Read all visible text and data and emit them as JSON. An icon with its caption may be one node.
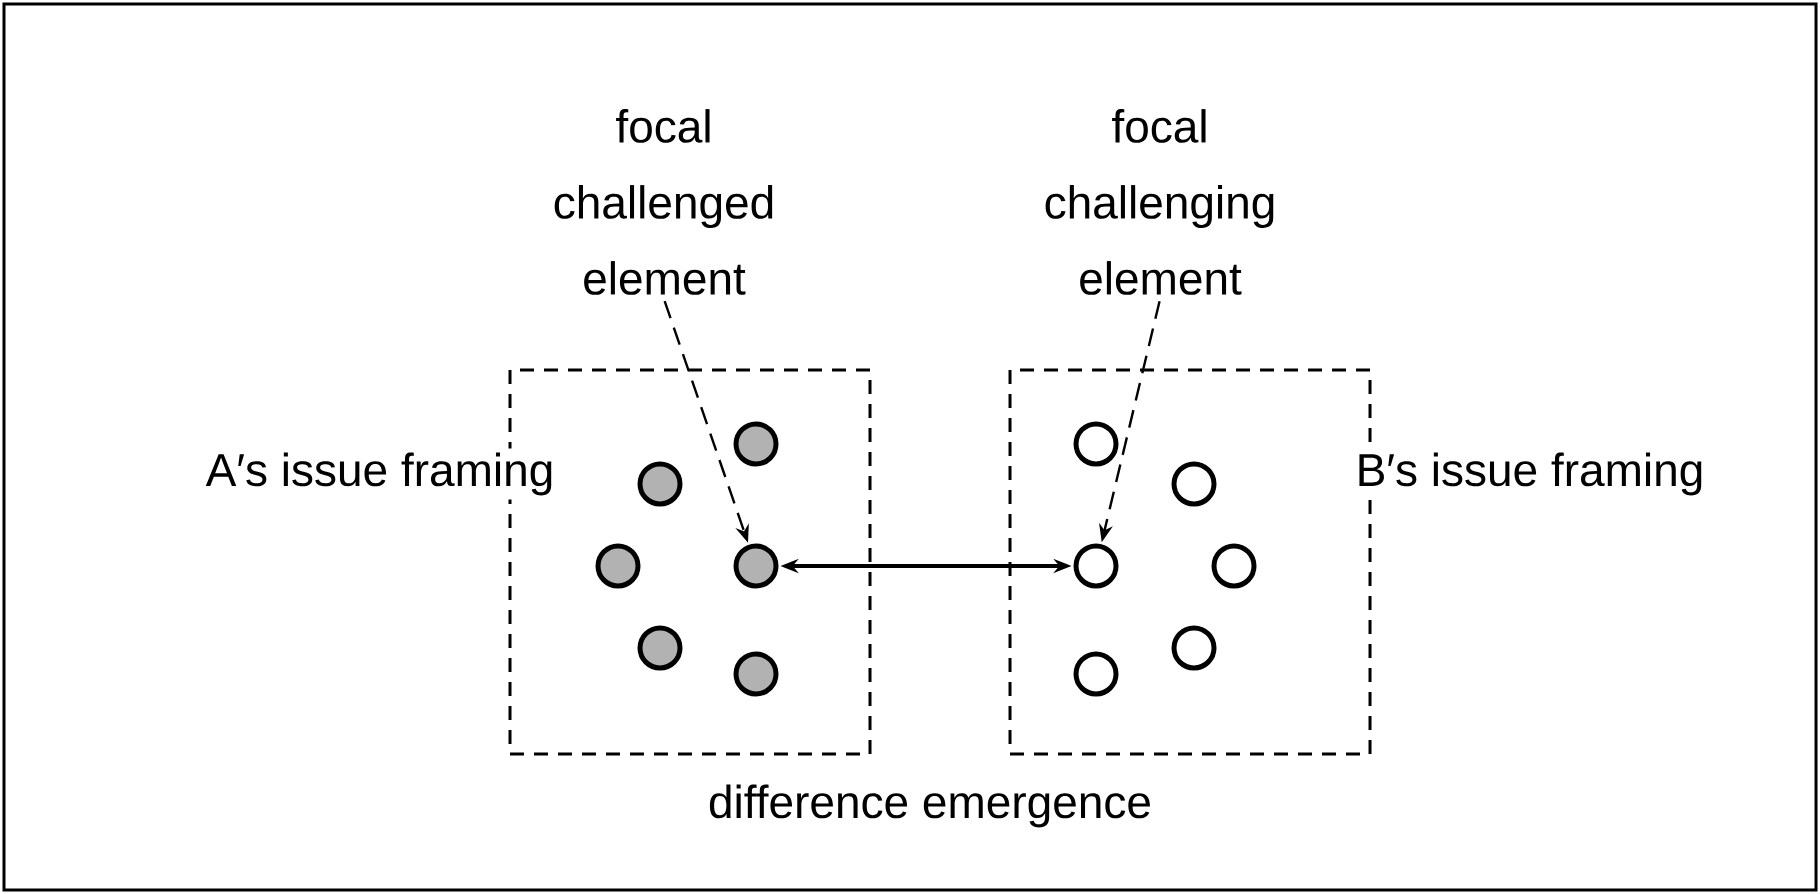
{
  "diagram": {
    "nodes": [
      {
        "text": [
          "focal challenged element"
        ]
      },
      {
        "text": [
          "focal challenging element"
        ]
      },
      {
        "text": [
          "A′s issue framing"
        ]
      },
      {
        "text": [
          "B′s issue framing"
        ]
      },
      {
        "text": [],
        "shape": "circle",
        "in": 2
      },
      {
        "text": [],
        "shape": "circle",
        "in": 2
      },
      {
        "text": [],
        "shape": "circle",
        "in": 2
      },
      {
        "text": [],
        "shape": "circle",
        "in": 2
      },
      {
        "text": [],
        "shape": "circle",
        "in": 2
      },
      {
        "text": [],
        "shape": "circle",
        "in": 2
      },
      {
        "text": [],
        "shape": "circle",
        "in": 3
      },
      {
        "text": [],
        "shape": "circle",
        "in": 3
      },
      {
        "text": [],
        "shape": "circle",
        "in": 3
      },
      {
        "text": [],
        "shape": "circle",
        "in": 3
      },
      {
        "text": [],
        "shape": "circle",
        "in": 3
      },
      {
        "text": [],
        "shape": "circle",
        "in": 3
      }
    ],
    "edges": [
      {
        "from": 0,
        "to": 7,
        "arrow": "to",
        "style": "dashed"
      },
      {
        "from": 1,
        "to": 12,
        "arrow": "to",
        "style": "dashed"
      },
      {
        "from": 7,
        "to": 12,
        "arrow": "both"
      }
    ],
    "labels": [
      "difference emergence"
    ]
  }
}
